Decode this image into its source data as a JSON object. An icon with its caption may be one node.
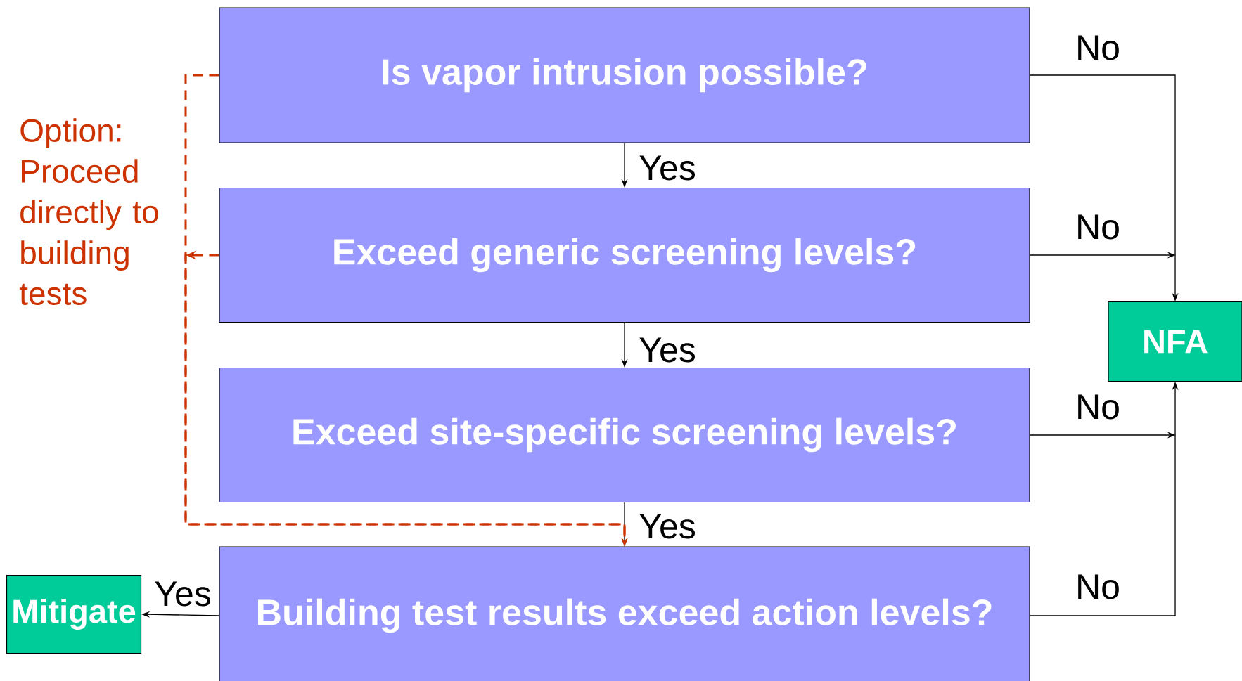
{
  "diagram": {
    "nodes": [
      {
        "text": [
          "Is vapor intrusion possible?"
        ]
      },
      {
        "text": [
          "Exceed generic screening levels?"
        ]
      },
      {
        "text": [
          "Exceed site-specific screening levels?"
        ]
      },
      {
        "text": [
          "Building test results exceed action levels?"
        ]
      },
      {
        "text": [
          "NFA"
        ]
      },
      {
        "text": [
          "Mitigate"
        ]
      }
    ],
    "edges": [
      {
        "from": 0,
        "to": 1,
        "arrow": "to",
        "label": "Yes"
      },
      {
        "from": 1,
        "to": 2,
        "arrow": "to",
        "label": "Yes"
      },
      {
        "from": 2,
        "to": 3,
        "arrow": "to",
        "label": "Yes"
      },
      {
        "from": 3,
        "to": 5,
        "arrow": "to",
        "label": "Yes"
      },
      {
        "from": 0,
        "to": 4,
        "arrow": "to",
        "label": "No"
      },
      {
        "from": 1,
        "to": 4,
        "arrow": "to",
        "label": "No"
      },
      {
        "from": 2,
        "to": 4,
        "arrow": "to",
        "label": "No"
      },
      {
        "from": 3,
        "to": 4,
        "arrow": "to",
        "label": "No"
      },
      {
        "from": 0,
        "to": 3,
        "arrow": "to",
        "style": "dashed",
        "color": "#cc3300"
      },
      {
        "from": 1,
        "to": 3,
        "arrow": "to",
        "style": "dashed",
        "color": "#cc3300"
      }
    ],
    "labels": [
      "Option: Proceed directly to building tests"
    ]
  }
}
